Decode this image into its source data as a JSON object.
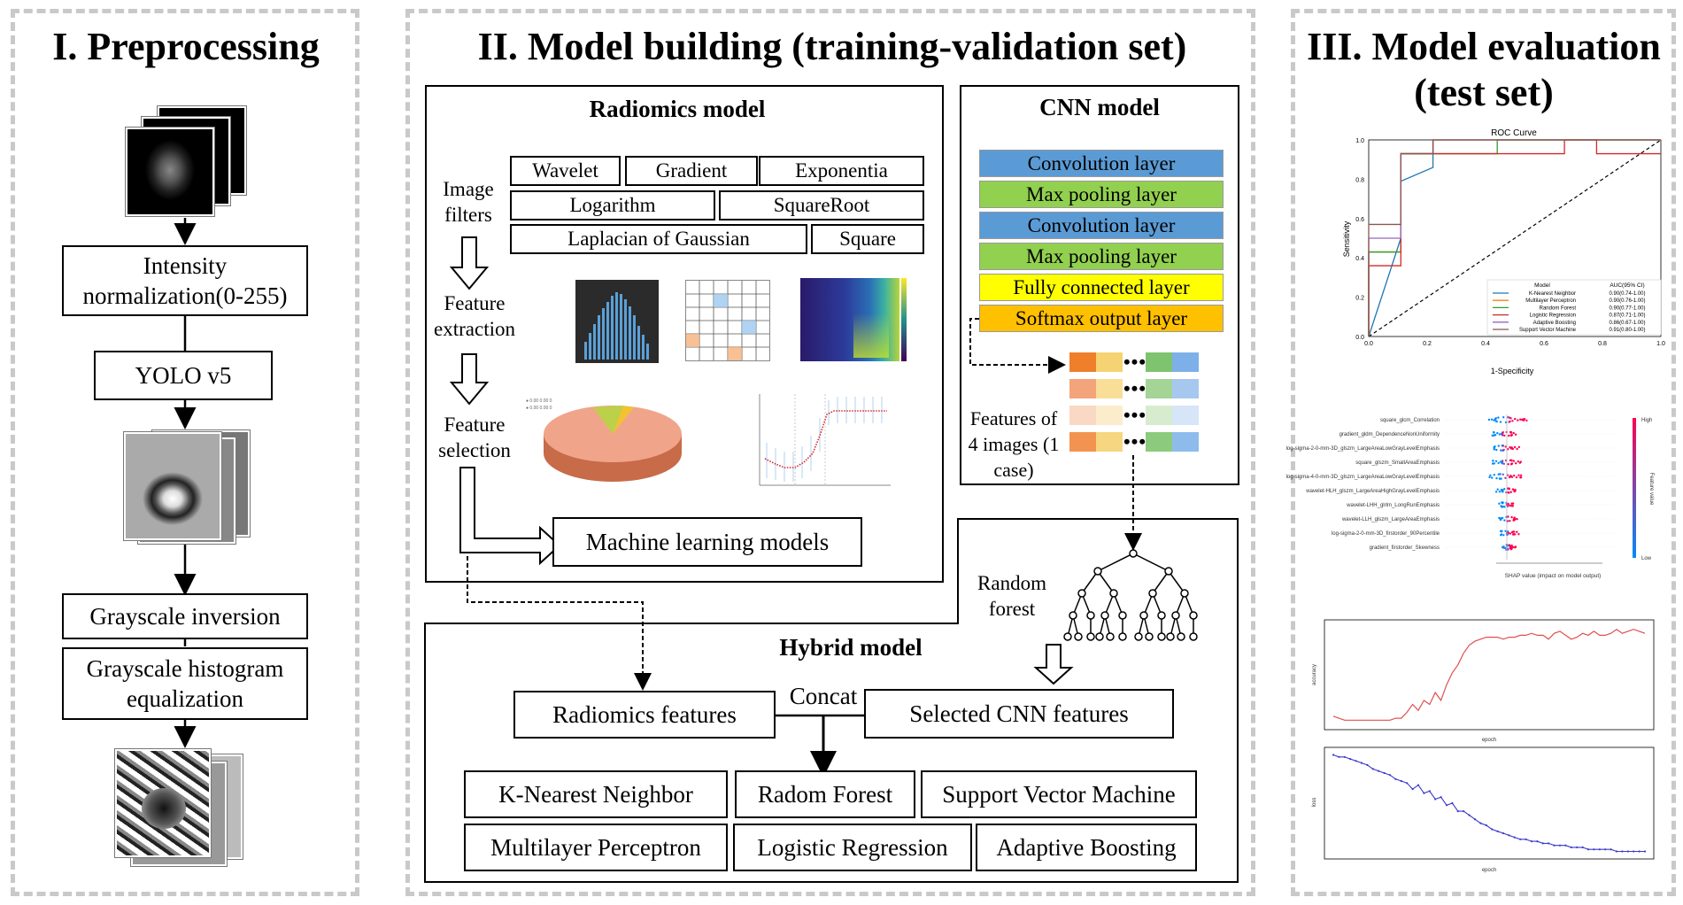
{
  "colors": {
    "panel_border": "#c9c9c9",
    "conv_layer": "#5b9bd5",
    "pool_layer": "#92d050",
    "fc_layer": "#ffff00",
    "softmax_layer": "#ffc000",
    "roc_knn": "#1f77b4",
    "roc_mlp": "#ff7f0e",
    "roc_rf": "#2ca02c",
    "roc_lr": "#d62728",
    "roc_ada": "#9467bd",
    "roc_svm": "#8c564b",
    "acc_line": "#e05050",
    "loss_line": "#3a3acb"
  },
  "preprocessing": {
    "title": "I. Preprocessing",
    "step1": "Intensity normalization(0-255)",
    "step2": "YOLO v5",
    "step3": "Grayscale inversion",
    "step4": "Grayscale histogram equalization"
  },
  "model_building": {
    "title": "II. Model building (training-validation set)",
    "radiomics": {
      "title": "Radiomics model",
      "filters_label": "Image filters",
      "extraction_label": "Feature extraction",
      "selection_label": "Feature selection",
      "filters": [
        "Wavelet",
        "Gradient",
        "Exponentia",
        "Logarithm",
        "SquareRoot",
        "Laplacian of Gaussian",
        "Square"
      ],
      "ml_models": "Machine learning models"
    },
    "cnn": {
      "title": "CNN model",
      "layers": [
        "Convolution layer",
        "Max pooling layer",
        "Convolution layer",
        "Max pooling layer",
        "Fully connected layer",
        "Softmax output layer"
      ],
      "features_label": "Features of 4 images (1 case)",
      "dots": "•••",
      "random_forest_label": "Random forest"
    },
    "hybrid": {
      "title": "Hybrid model",
      "radiomics_features": "Radiomics features",
      "concat": "Concat",
      "selected_cnn": "Selected CNN features",
      "classifiers": [
        "K-Nearest Neighbor",
        "Radom Forest",
        "Support Vector Machine",
        "Multilayer Perceptron",
        "Logistic Regression",
        "Adaptive Boosting"
      ]
    }
  },
  "evaluation": {
    "title": "III. Model evaluation (test set)",
    "roc_title": "ROC Curve",
    "roc_xlabel": "1-Specificity",
    "roc_ylabel": "Sensitivity",
    "roc_legend_header_model": "Model",
    "roc_legend_header_auc": "AUC(95% CI)",
    "roc_legend": [
      {
        "name": "K-Nearest Neighbor",
        "auc": "0.90(0.74-1.00)"
      },
      {
        "name": "Multilayer Perceptron",
        "auc": "0.90(0.76-1.00)"
      },
      {
        "name": "Random Forest",
        "auc": "0.90(0.77-1.00)"
      },
      {
        "name": "Logistic Regression",
        "auc": "0.87(0.71-1.00)"
      },
      {
        "name": "Adaptive Boosting",
        "auc": "0.86(0.67-1.00)"
      },
      {
        "name": "Support Vector Machine",
        "auc": "0.91(0.80-1.00)"
      }
    ],
    "shap_features": [
      "square_glcm_Correlation",
      "gradient_gldm_DependenceNonUniformity",
      "log-sigma-2-0-mm-3D_glszm_LargeAreaLowGrayLevelEmphasis",
      "square_glszm_SmallAreaEmphasis",
      "log-sigma-4-0-mm-3D_glszm_LargeAreaLowGrayLevelEmphasis",
      "wavelet-HLH_glszm_LargeAreaHighGrayLevelEmphasis",
      "wavelet-LHH_glrlm_LongRunEmphasis",
      "wavelet-LLH_glszm_LargeAreaEmphasis",
      "log-sigma-2-0-mm-3D_firstorder_90Percentile",
      "gradient_firstorder_Skewness"
    ],
    "shap_xlabel": "SHAP value (impact on model output)",
    "shap_high": "High",
    "shap_low": "Low",
    "shap_feature_value": "Feature value",
    "acc_ylabel": "accuracy",
    "acc_xlabel": "epoch",
    "loss_ylabel": "loss",
    "loss_xlabel": "epoch"
  },
  "chart_data": [
    {
      "type": "line",
      "title": "ROC Curve",
      "xlabel": "1-Specificity",
      "ylabel": "Sensitivity",
      "xlim": [
        0,
        1
      ],
      "ylim": [
        0,
        1
      ],
      "xticks": [
        "0.0",
        "0.2",
        "0.4",
        "0.6",
        "0.8",
        "1.0"
      ],
      "yticks": [
        "0.0",
        "0.2",
        "0.4",
        "0.6",
        "0.8",
        "1.0"
      ],
      "legend": "lower-right",
      "series": [
        {
          "name": "K-Nearest Neighbor",
          "x": [
            0,
            0.11,
            0.11,
            0.22,
            0.22,
            1
          ],
          "y": [
            0,
            0.5,
            0.79,
            0.86,
            1,
            1
          ]
        },
        {
          "name": "Multilayer Perceptron",
          "x": [
            0,
            0,
            0.11,
            0.11,
            0.22,
            0.22,
            1
          ],
          "y": [
            0,
            0.43,
            0.43,
            0.93,
            0.93,
            1,
            1
          ]
        },
        {
          "name": "Random Forest",
          "x": [
            0,
            0,
            0.11,
            0.11,
            0.44,
            0.44,
            1
          ],
          "y": [
            0,
            0.43,
            0.43,
            0.93,
            0.93,
            1,
            1
          ]
        },
        {
          "name": "Logistic Regression",
          "x": [
            0,
            0,
            0.11,
            0.11,
            0.67,
            0.67,
            0.78,
            0.78,
            1
          ],
          "y": [
            0,
            0.36,
            0.36,
            0.93,
            0.93,
            1,
            1,
            0.93,
            0.93
          ]
        },
        {
          "name": "Adaptive Boosting",
          "x": [
            0,
            0,
            0.11,
            0.11,
            0.22,
            0.22,
            1
          ],
          "y": [
            0,
            0.5,
            0.5,
            0.93,
            0.93,
            1,
            1
          ]
        },
        {
          "name": "Support Vector Machine",
          "x": [
            0,
            0,
            0.11,
            0.11,
            0.22,
            0.22,
            1
          ],
          "y": [
            0,
            0.57,
            0.57,
            0.93,
            0.93,
            1,
            1
          ]
        }
      ]
    },
    {
      "type": "line",
      "ylabel": "accuracy",
      "xlabel": "epoch",
      "series": [
        {
          "y": [
            0.5,
            0.49,
            0.48,
            0.48,
            0.48,
            0.48,
            0.48,
            0.48,
            0.48,
            0.48,
            0.48,
            0.49,
            0.49,
            0.52,
            0.56,
            0.53,
            0.58,
            0.56,
            0.62,
            0.58,
            0.66,
            0.72,
            0.76,
            0.82,
            0.86,
            0.88,
            0.89,
            0.9,
            0.9,
            0.9,
            0.89,
            0.9,
            0.9,
            0.91,
            0.91,
            0.92,
            0.91,
            0.91,
            0.89,
            0.92,
            0.93,
            0.91,
            0.89,
            0.9,
            0.92,
            0.91,
            0.93,
            0.91,
            0.91,
            0.92,
            0.94,
            0.92,
            0.93,
            0.94,
            0.93,
            0.92
          ]
        }
      ]
    },
    {
      "type": "line",
      "ylabel": "loss",
      "xlabel": "epoch",
      "series": [
        {
          "y": [
            0.7,
            0.69,
            0.69,
            0.68,
            0.67,
            0.66,
            0.65,
            0.63,
            0.62,
            0.61,
            0.6,
            0.58,
            0.57,
            0.56,
            0.53,
            0.55,
            0.51,
            0.52,
            0.48,
            0.49,
            0.45,
            0.46,
            0.42,
            0.42,
            0.4,
            0.38,
            0.36,
            0.35,
            0.33,
            0.32,
            0.31,
            0.3,
            0.29,
            0.28,
            0.28,
            0.27,
            0.27,
            0.26,
            0.26,
            0.25,
            0.25,
            0.25,
            0.24,
            0.24,
            0.24,
            0.23,
            0.23,
            0.23,
            0.23,
            0.23,
            0.22,
            0.22,
            0.22,
            0.22,
            0.22,
            0.22
          ]
        }
      ]
    }
  ]
}
